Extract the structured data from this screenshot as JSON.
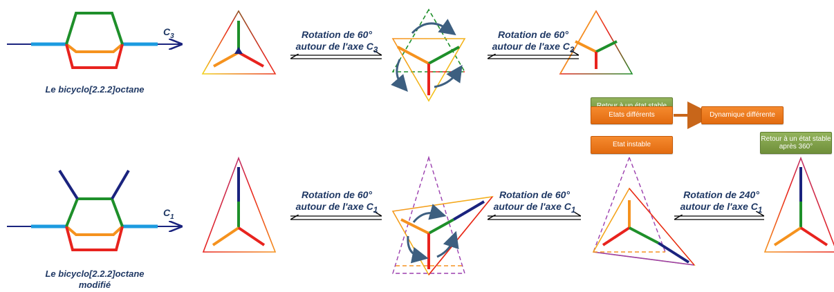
{
  "molecule_top": {
    "caption": "Le bicyclo[2.2.2]octane",
    "axis_letter": "C",
    "axis_sub": "3"
  },
  "molecule_bottom": {
    "caption_line1": "Le bicyclo[2.2.2]octane",
    "caption_line2": "modifié",
    "axis_letter": "C",
    "axis_sub": "1"
  },
  "top_row": {
    "rot1": {
      "line1": "Rotation de 60°",
      "line2": "autour de l'axe C",
      "sub": "3"
    },
    "rot2": {
      "line1": "Rotation de 60°",
      "line2": "autour de l'axe C",
      "sub": "3"
    }
  },
  "bottom_row": {
    "rot1": {
      "line1": "Rotation de 60°",
      "line2": "autour de l'axe C",
      "sub": "1"
    },
    "rot2": {
      "line1": "Rotation de 60°",
      "line2": "autour de l'axe C",
      "sub": "1"
    },
    "rot3": {
      "line1": "Rotation de 240°",
      "line2": "autour de l'axe C",
      "sub": "1"
    }
  },
  "status": {
    "stable": "Retour à un état stable",
    "different_states": "Etats différents",
    "different_dynamics": "Dynamique différente",
    "unstable": "Etat instable",
    "stable_after_360_line1": "Retour à un état stable",
    "stable_after_360_line2": "après 360°"
  },
  "colors": {
    "green": "#1e8f2a",
    "orange": "#f5921e",
    "red": "#e8231e",
    "blue": "#1c9be0",
    "navy": "#1a237e",
    "yellow": "#f2d21a",
    "purple": "#9b3fae",
    "text": "#1f3864",
    "rotation_arrow": "#4a6b8a"
  }
}
